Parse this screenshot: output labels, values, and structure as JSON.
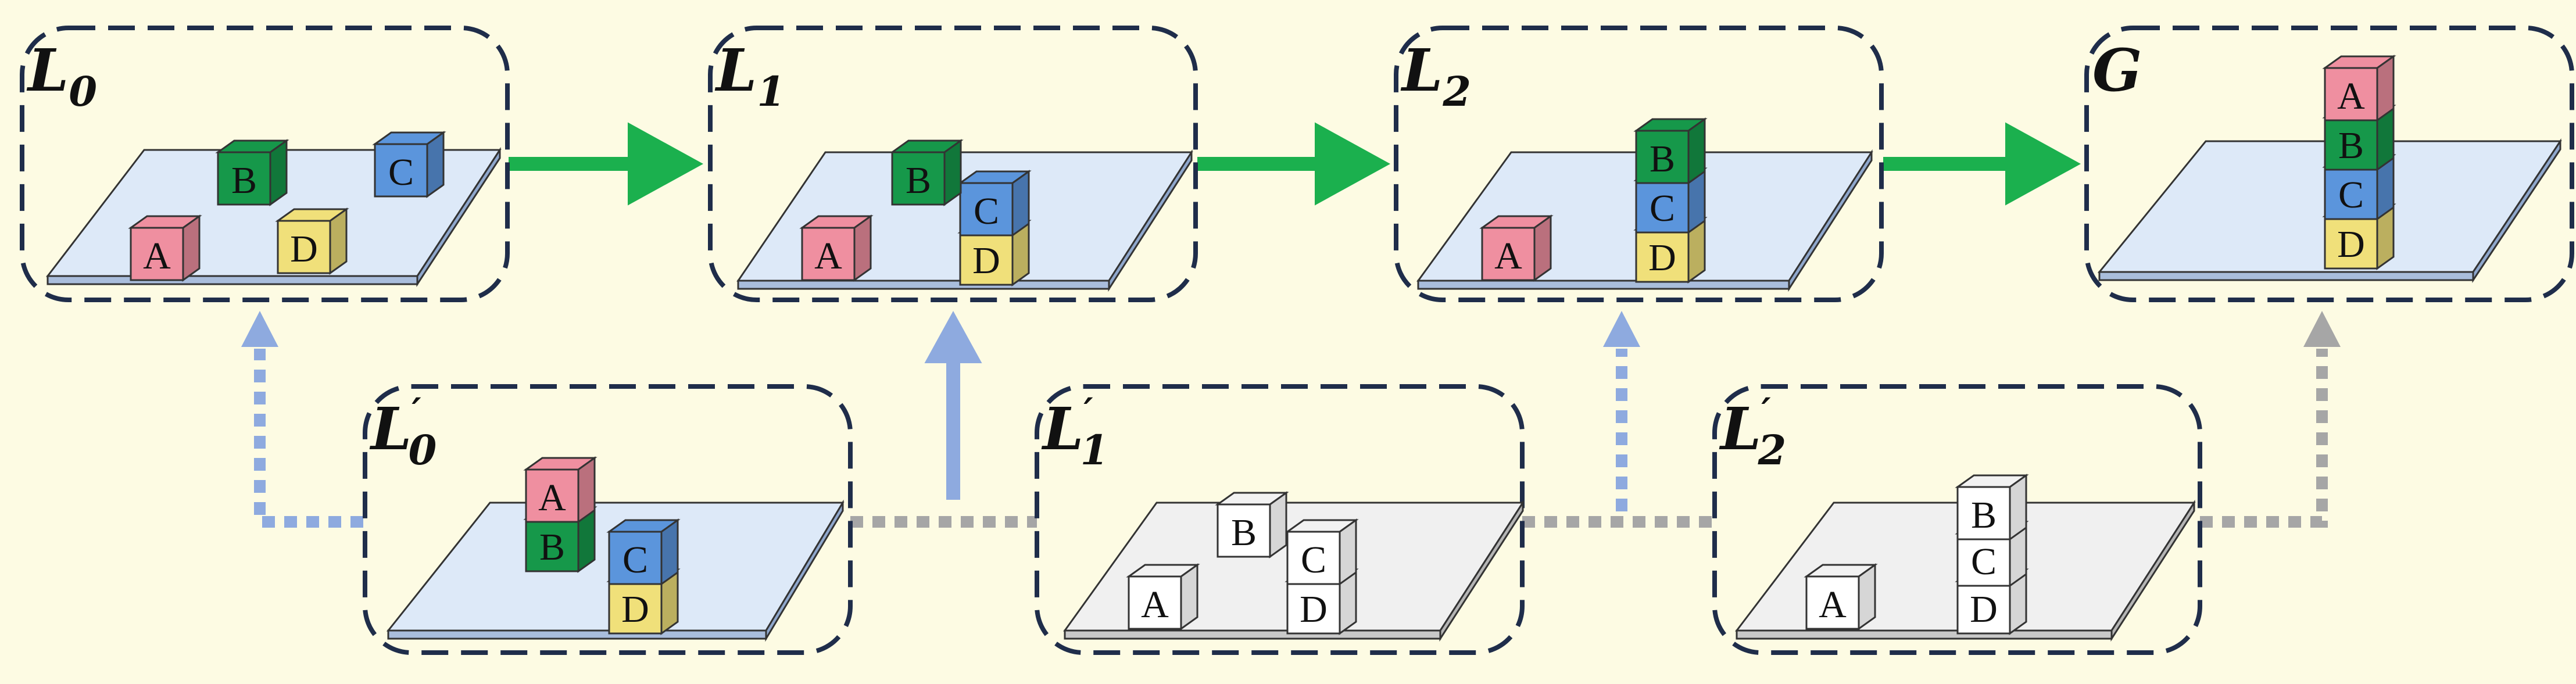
{
  "colors": {
    "background": "#fdfbe3",
    "frame": "#1f2d4a",
    "platform_top": "#dde9f8",
    "platform_top_gray": "#f0f0f0",
    "arrow_primary": "#1bb04e",
    "arrow_secondary": "#8eaadf",
    "arrow_gray": "#a6a6a6",
    "block_A": "#ef8fa0",
    "block_B": "#16984a",
    "block_C": "#5b95dc",
    "block_D": "#f0e07a",
    "block_white": "#ffffff"
  },
  "states": [
    {
      "id": "L0",
      "label_main": "L",
      "label_sub": "0",
      "prime": false,
      "blocks": [
        {
          "letter": "A",
          "color": "block_A"
        },
        {
          "letter": "B",
          "color": "block_B"
        },
        {
          "letter": "C",
          "color": "block_C"
        },
        {
          "letter": "D",
          "color": "block_D"
        }
      ]
    },
    {
      "id": "L1",
      "label_main": "L",
      "label_sub": "1",
      "prime": false,
      "blocks": [
        {
          "letter": "A",
          "color": "block_A"
        },
        {
          "letter": "B",
          "color": "block_B"
        },
        {
          "letter": "C",
          "color": "block_C"
        },
        {
          "letter": "D",
          "color": "block_D"
        }
      ]
    },
    {
      "id": "L2",
      "label_main": "L",
      "label_sub": "2",
      "prime": false,
      "blocks": [
        {
          "letter": "A",
          "color": "block_A"
        },
        {
          "letter": "B",
          "color": "block_B"
        },
        {
          "letter": "C",
          "color": "block_C"
        },
        {
          "letter": "D",
          "color": "block_D"
        }
      ]
    },
    {
      "id": "G",
      "label_main": "G",
      "label_sub": "",
      "prime": false,
      "blocks": [
        {
          "letter": "A",
          "color": "block_A"
        },
        {
          "letter": "B",
          "color": "block_B"
        },
        {
          "letter": "C",
          "color": "block_C"
        },
        {
          "letter": "D",
          "color": "block_D"
        }
      ]
    },
    {
      "id": "L0p",
      "label_main": "L",
      "label_sub": "0",
      "prime": true,
      "blocks": [
        {
          "letter": "A",
          "color": "block_A"
        },
        {
          "letter": "B",
          "color": "block_B"
        },
        {
          "letter": "C",
          "color": "block_C"
        },
        {
          "letter": "D",
          "color": "block_D"
        }
      ]
    },
    {
      "id": "L1p",
      "label_main": "L",
      "label_sub": "1",
      "prime": true,
      "blocks": [
        {
          "letter": "A",
          "color": "block_white"
        },
        {
          "letter": "B",
          "color": "block_white"
        },
        {
          "letter": "C",
          "color": "block_white"
        },
        {
          "letter": "D",
          "color": "block_white"
        }
      ]
    },
    {
      "id": "L2p",
      "label_main": "L",
      "label_sub": "2",
      "prime": true,
      "blocks": [
        {
          "letter": "A",
          "color": "block_white"
        },
        {
          "letter": "B",
          "color": "block_white"
        },
        {
          "letter": "C",
          "color": "block_white"
        },
        {
          "letter": "D",
          "color": "block_white"
        }
      ]
    }
  ]
}
